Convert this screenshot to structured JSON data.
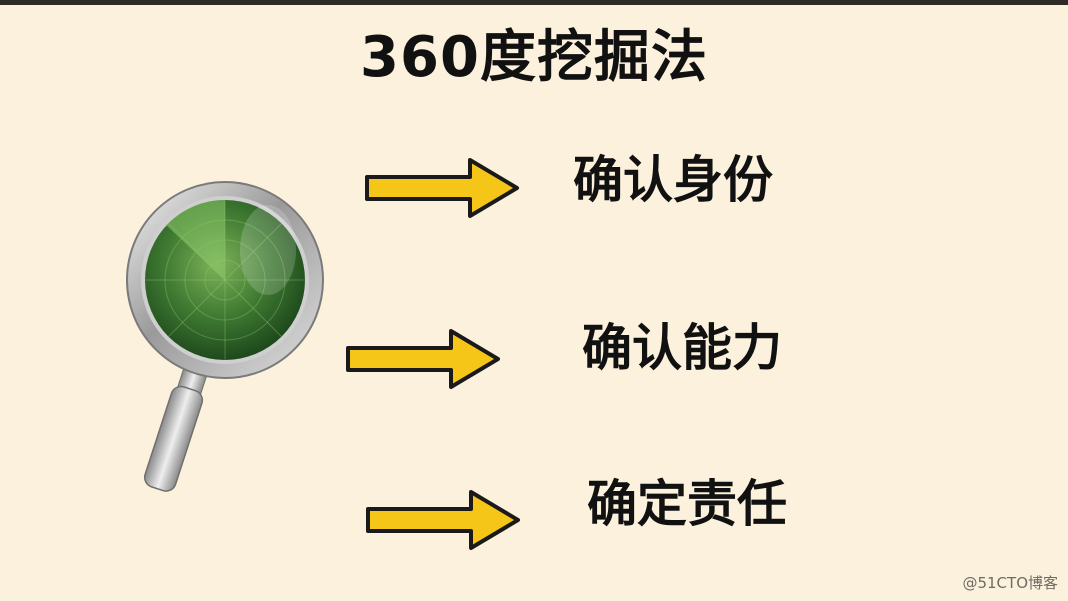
{
  "title": "360度挖掘法",
  "items": [
    {
      "label": "确认身份"
    },
    {
      "label": "确认能力"
    },
    {
      "label": "确定责任"
    }
  ],
  "watermark": "@51CTO博客",
  "icons": {
    "magnifier": "magnifier-radar-icon",
    "arrow": "right-arrow-icon"
  },
  "colors": {
    "background": "#fcf1dc",
    "arrow_fill": "#f5c518",
    "lens_green": "#3f7a32"
  }
}
